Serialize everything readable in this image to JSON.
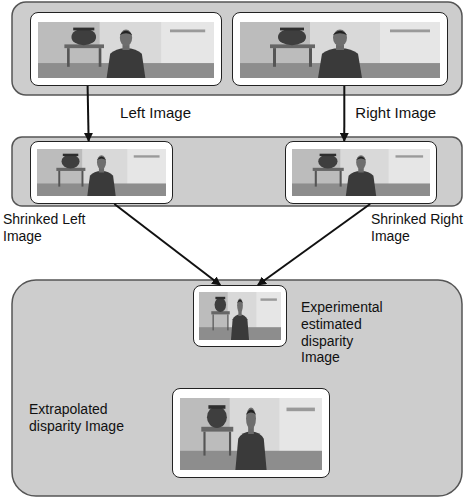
{
  "diagram": {
    "nodes": [
      {
        "text": []
      },
      {
        "text": []
      },
      {
        "text": [
          "Shrinked Left Image"
        ]
      },
      {
        "text": [
          "Shrinked Right Image"
        ]
      },
      {
        "text": [
          "Experimental estimated disparity Image"
        ]
      },
      {
        "text": [
          "Extrapolated disparity Image"
        ]
      }
    ],
    "edges": [
      {
        "from": 0,
        "to": 2,
        "arrow": "to",
        "label": "Left Image"
      },
      {
        "from": 1,
        "to": 3,
        "arrow": "to",
        "label": "Right Image"
      },
      {
        "from": 2,
        "to": 4,
        "arrow": "to"
      },
      {
        "from": 3,
        "to": 4,
        "arrow": "to"
      }
    ]
  }
}
